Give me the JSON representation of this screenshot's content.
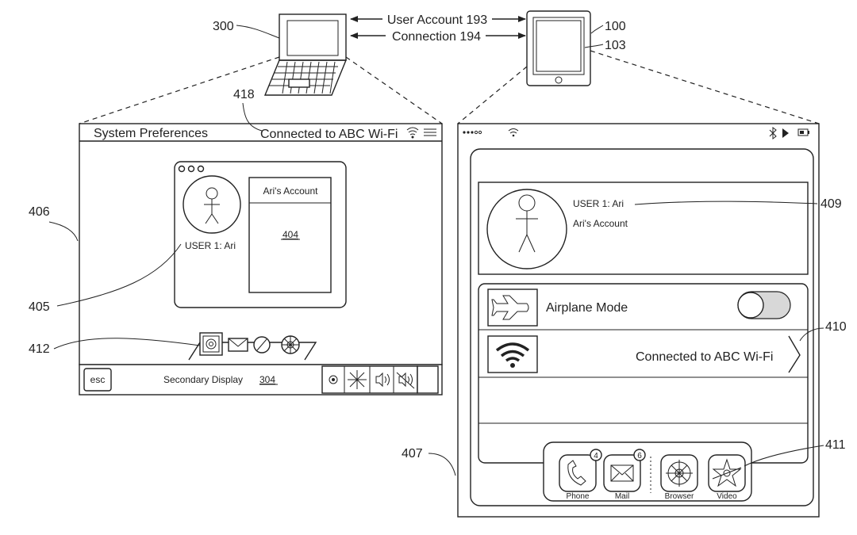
{
  "connection_labels": {
    "user_account": "User Account 193",
    "connection": "Connection 194"
  },
  "ref_numbers": {
    "laptop": "300",
    "tablet_outer": "100",
    "tablet_inner": "103",
    "connected_label": "418",
    "desktop_screen": "406",
    "user_label": "405",
    "dock": "412",
    "tablet_screen": "407",
    "user_line": "409",
    "wifi_row": "410",
    "tablet_dock": "411"
  },
  "desktop": {
    "menu_title": "System Preferences",
    "wifi_status": "Connected to ABC Wi-Fi",
    "account_header": "Ari's Account",
    "account_ref": "404",
    "user_label": "USER 1: Ari",
    "touch_bar": {
      "esc": "esc",
      "label": "Secondary Display",
      "ref": "304"
    }
  },
  "tablet": {
    "user_label": "USER 1: Ari",
    "account_label": "Ari's Account",
    "airplane_label": "Airplane Mode",
    "wifi_label": "Connected to ABC Wi-Fi",
    "dock": {
      "phone": "Phone",
      "phone_badge": "4",
      "mail": "Mail",
      "mail_badge": "6",
      "browser": "Browser",
      "video": "Video"
    }
  },
  "icons": [
    "laptop-icon",
    "tablet-icon",
    "avatar-icon",
    "wifi-icon",
    "menu-icon",
    "settings-icon",
    "mail-icon",
    "compass-icon",
    "asterisk-icon",
    "gear-icon",
    "speaker-icon",
    "airplane-icon",
    "toggle-switch",
    "chevron-right-icon",
    "phone-icon",
    "browser-icon",
    "video-icon",
    "bluetooth-icon",
    "play-icon",
    "battery-icon"
  ]
}
